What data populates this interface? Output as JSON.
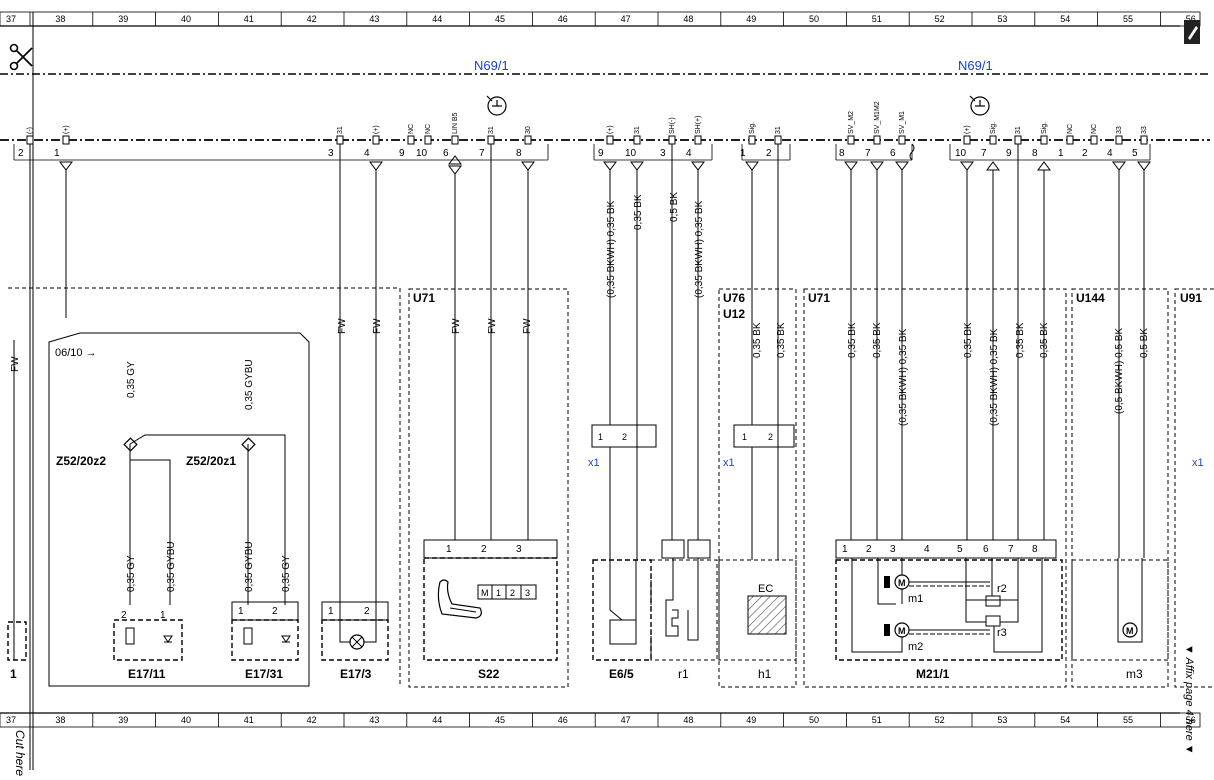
{
  "grid": {
    "columns": [
      "37",
      "38",
      "39",
      "40",
      "41",
      "42",
      "43",
      "44",
      "45",
      "46",
      "47",
      "48",
      "49",
      "50",
      "51",
      "52",
      "53",
      "54",
      "55",
      "56"
    ]
  },
  "margin_notes": {
    "cut_here": "Cut here",
    "affix_page": "▼ Affix page 4 here ▼"
  },
  "connector_label": "N69/1",
  "left_connector": {
    "pins": [
      "(-)",
      "(+)",
      "31",
      "(+)",
      "NC",
      "NC",
      "LIN B5",
      "31",
      "30"
    ],
    "numbers": [
      "2",
      "1",
      "3",
      "4",
      "9",
      "10",
      "6",
      "7",
      "8"
    ]
  },
  "mid_connector": {
    "pins": [
      "(+)",
      "31",
      "SH(-)",
      "SH(+)",
      "Sig.",
      "31"
    ],
    "numbers": [
      "2",
      "9",
      "10",
      "3",
      "4",
      "1",
      "2"
    ]
  },
  "right_connector": {
    "pins": [
      "SV_M2",
      "SV_M1M2",
      "SV_M1",
      "(+)",
      "Sig.",
      "31",
      "Sig.",
      "NC",
      "NC",
      "33",
      "33"
    ],
    "numbers": [
      "8",
      "7",
      "6",
      "1",
      "10",
      "7",
      "9",
      "8",
      "1",
      "2",
      "4",
      "5"
    ]
  },
  "wires": {
    "fw": "FW",
    "mid_top": [
      "(0,35 BKWH) 0,35 BK",
      "0,35 BK",
      "0,5 BK",
      "(0,35 BKWH) 0,35 BK"
    ],
    "right_top": [
      "0,35 BK",
      "0,35 BK",
      "(0,35 BKWH) 0,35 BK",
      "0,35 BK",
      "(0,35 BKWH) 0,35 BK",
      "0,35 BK",
      "0,35 BK",
      "(0,5 BKWH) 0,5 BK",
      "0,5 BK"
    ],
    "u76_top": [
      "0,35 BK",
      "0,35 BK"
    ],
    "e17_top": [
      "0,35 GY",
      "0,35 GYBU"
    ],
    "e17_bottom": [
      "0,35 GY",
      "0,35 GYBU",
      "0,35 GYBU",
      "0,35 GY"
    ]
  },
  "labels": {
    "date_note": "06/10 →",
    "z52_a": "Z52/20z2",
    "z52_b": "Z52/20z1",
    "e17_11": "E17/11",
    "e17_31": "E17/31",
    "e17_3": "E17/3",
    "s22": "S22",
    "u71_a": "U71",
    "u71_b": "U71",
    "u76": "U76",
    "u12": "U12",
    "u144": "U144",
    "u91": "U91",
    "x1": "x1",
    "e6_5": "E6/5",
    "r1": "r1",
    "h1": "h1",
    "ec": "EC",
    "m21_1": "M21/1",
    "m1": "m1",
    "m2": "m2",
    "r2": "r2",
    "r3": "r3",
    "m3": "m3",
    "left_edge": "1",
    "switch_keys": [
      "M",
      "1",
      "2",
      "3"
    ]
  },
  "colors": {
    "line": "#000000",
    "accent_blue": "#1f3fd1"
  }
}
